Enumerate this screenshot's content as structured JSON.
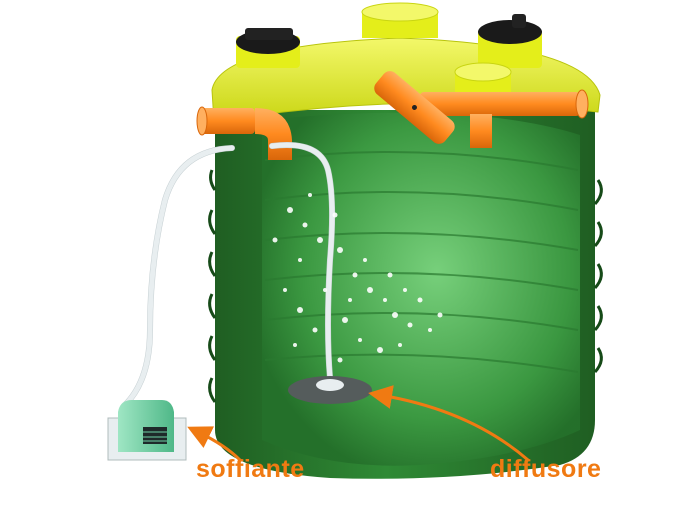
{
  "diagram": {
    "subject": "aerated septic tank cutaway",
    "colors": {
      "tank_dark": "#1f5e22",
      "tank_mid": "#2f8a35",
      "tank_light": "#5cbf63",
      "lid": "#e4ee1a",
      "lid_shadow": "#b8c40c",
      "pipe": "#ff8a1f",
      "pipe_dark": "#d9660a",
      "cap": "#1a1a1a",
      "hose": "#e8eef0",
      "blower": "#6fd1a6",
      "label": "#f07a12",
      "bubble": "#ffffff"
    },
    "labels": [
      {
        "id": "blower",
        "text": "soffiante"
      },
      {
        "id": "diffuser",
        "text": "diffusore"
      }
    ]
  }
}
